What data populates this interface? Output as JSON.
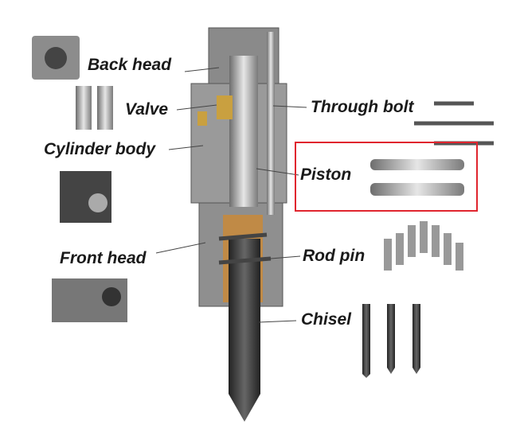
{
  "labels": {
    "back_head": "Back head",
    "valve": "Valve",
    "cylinder_body": "Cylinder body",
    "front_head": "Front head",
    "through_bolt": "Through bolt",
    "piston": "Piston",
    "rod_pin": "Rod pin",
    "chisel": "Chisel"
  },
  "highlight_color": "#e0252e"
}
